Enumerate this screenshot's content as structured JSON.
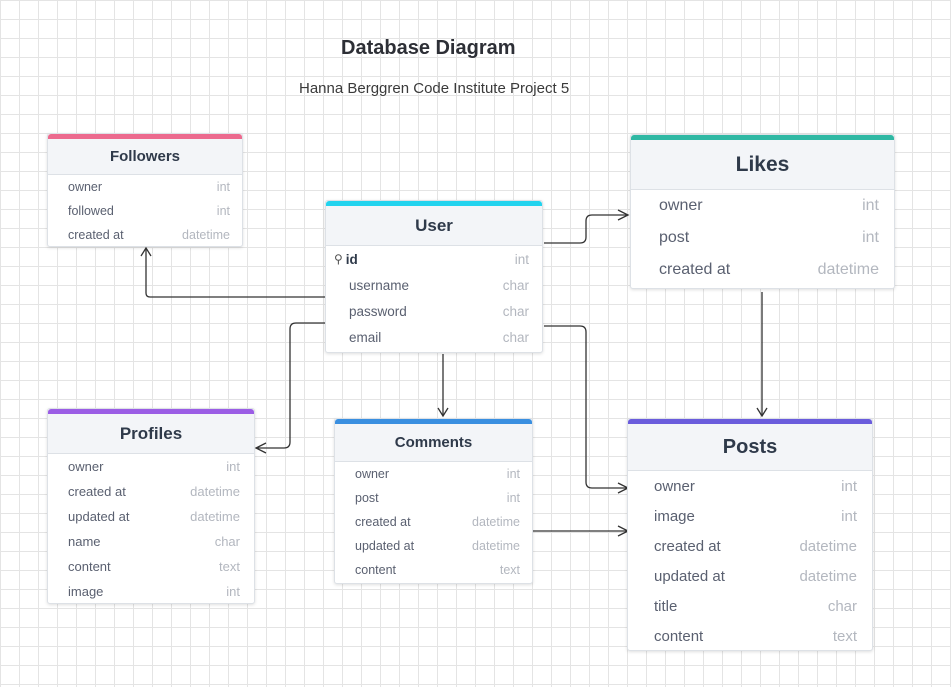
{
  "title": "Database Diagram",
  "subtitle": "Hanna Berggren  Code Institute Project 5",
  "colors": {
    "followers": "#ec6a8e",
    "user": "#22d3ee",
    "likes": "#2fb8a3",
    "profiles": "#9b5de5",
    "comments": "#3a8fe0",
    "posts": "#6a5cdc",
    "connector": "#333333"
  },
  "entities": {
    "followers": {
      "name": "Followers",
      "fields": [
        {
          "name": "owner",
          "type": "int"
        },
        {
          "name": "followed",
          "type": "int"
        },
        {
          "name": "created at",
          "type": "datetime"
        }
      ]
    },
    "user": {
      "name": "User",
      "fields": [
        {
          "name": "id",
          "type": "int",
          "icon": "key-icon"
        },
        {
          "name": "username",
          "type": "char"
        },
        {
          "name": "password",
          "type": "char"
        },
        {
          "name": "email",
          "type": "char"
        }
      ]
    },
    "likes": {
      "name": "Likes",
      "fields": [
        {
          "name": "owner",
          "type": "int"
        },
        {
          "name": "post",
          "type": "int"
        },
        {
          "name": "created at",
          "type": "datetime"
        }
      ]
    },
    "profiles": {
      "name": "Profiles",
      "fields": [
        {
          "name": "owner",
          "type": "int"
        },
        {
          "name": "created at",
          "type": "datetime"
        },
        {
          "name": "updated at",
          "type": "datetime"
        },
        {
          "name": "name",
          "type": "char"
        },
        {
          "name": "content",
          "type": "text"
        },
        {
          "name": "image",
          "type": "int"
        }
      ]
    },
    "comments": {
      "name": "Comments",
      "fields": [
        {
          "name": "owner",
          "type": "int"
        },
        {
          "name": "post",
          "type": "int"
        },
        {
          "name": "created at",
          "type": "datetime"
        },
        {
          "name": "updated at",
          "type": "datetime"
        },
        {
          "name": "content",
          "type": "text"
        }
      ]
    },
    "posts": {
      "name": "Posts",
      "fields": [
        {
          "name": "owner",
          "type": "int"
        },
        {
          "name": "image",
          "type": "int"
        },
        {
          "name": "created at",
          "type": "datetime"
        },
        {
          "name": "updated at",
          "type": "datetime"
        },
        {
          "name": "title",
          "type": "char"
        },
        {
          "name": "content",
          "type": "text"
        }
      ]
    }
  }
}
